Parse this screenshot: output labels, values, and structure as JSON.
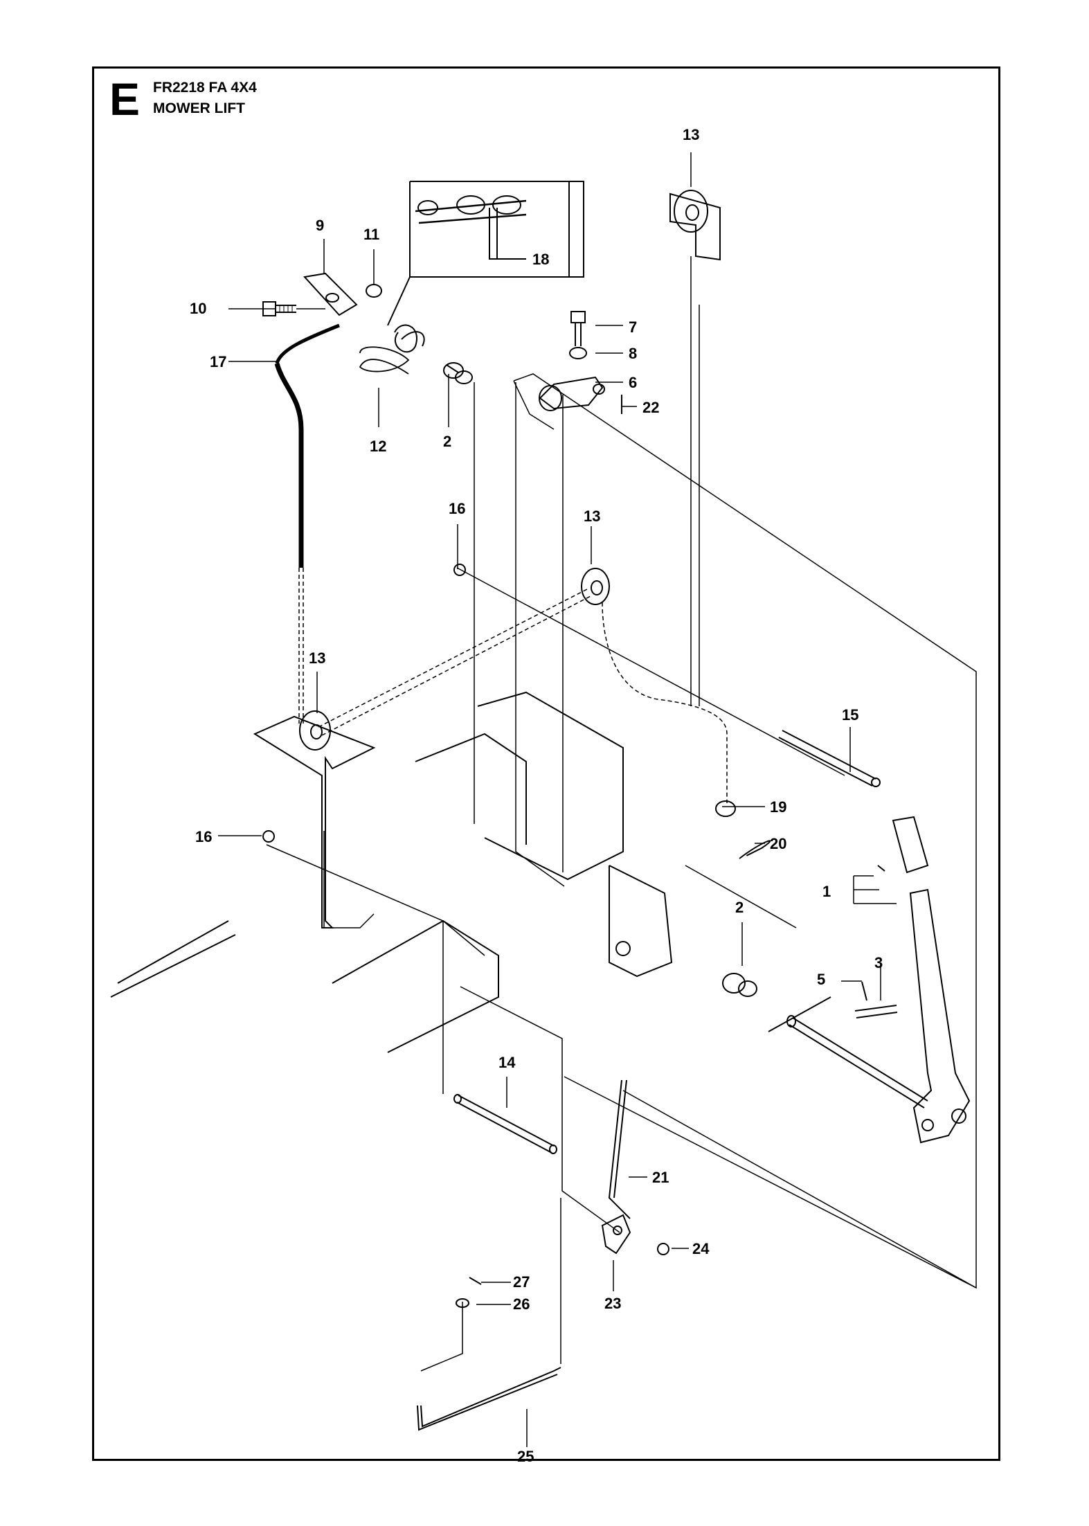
{
  "header": {
    "section_letter": "E",
    "model": "FR2218 FA 4X4",
    "subtitle": "MOWER LIFT"
  },
  "callouts": [
    "1",
    "2",
    "2",
    "3",
    "5",
    "6",
    "7",
    "8",
    "9",
    "10",
    "11",
    "12",
    "13",
    "13",
    "13",
    "14",
    "15",
    "16",
    "16",
    "17",
    "18",
    "19",
    "20",
    "21",
    "22",
    "23",
    "24",
    "25",
    "26",
    "27"
  ]
}
